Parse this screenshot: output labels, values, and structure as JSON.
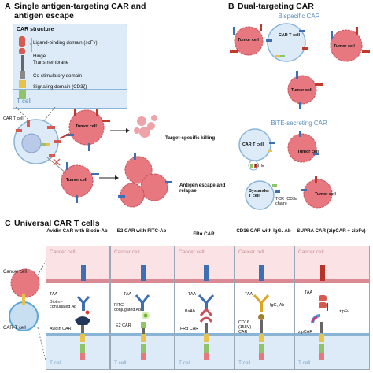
{
  "panel_a": {
    "letter": "A",
    "title": "Single antigen-targeting CAR and antigen escape",
    "car_structure": {
      "title": "CAR structure",
      "domains": [
        "Ligand-binding domain (scFv)",
        "Hinge",
        "Transmembrane",
        "Co-stimulatory domain",
        "Signaling domain (CD3ζ)"
      ],
      "cell_label": "T cell"
    },
    "car_t_label": "CAR T cell",
    "tumor_label_1": "Tumor cell",
    "tumor_label_2": "Tumor cell",
    "outcome_1": "Target-specific killing",
    "outcome_2": "Antigen escape and relapse"
  },
  "panel_b": {
    "letter": "B",
    "title": "Dual-targeting CAR",
    "bispecific": {
      "title": "Bispecific CAR",
      "car_t_label": "CAR T cell",
      "tumor_labels": [
        "Tumor cell",
        "Tumor cell",
        "Tumor cell"
      ]
    },
    "bite": {
      "title": "BiTE-secreting CAR",
      "car_t_label": "CAR T cell",
      "bite_label": "BiTE",
      "bystander_label": "Bystander T cell",
      "tcr_label": "TCR (CD3ε chain)",
      "tumor_labels": [
        "Tumor cell",
        "Tumor cell"
      ]
    }
  },
  "panel_c": {
    "letter": "C",
    "title": "Universal CAR T cells",
    "left_labels": {
      "cancer": "Cancer cell",
      "car_t": "CAR-T cell"
    },
    "columns": [
      {
        "header": "Avidin CAR with Biotin-Ab",
        "cancer": "Cancer cell",
        "tcell": "T cell",
        "labels": [
          "TAA",
          "Biotin -conjugated Ab",
          "Avidin CAR"
        ]
      },
      {
        "header": "E2 CAR with FITC-Ab",
        "cancer": "Cancer cell",
        "tcell": "T cell",
        "labels": [
          "TAA",
          "FITC -conjugated Ab",
          "E2 CAR"
        ]
      },
      {
        "header": "FRα CAR",
        "cancer": "Cancer cell",
        "tcell": "T cell",
        "labels": [
          "TAA",
          "BsAb",
          "FRα CAR"
        ]
      },
      {
        "header": "CD16 CAR with IgG₁ Ab",
        "cancer": "Cancer cell",
        "tcell": "T cell",
        "labels": [
          "TAA",
          "IgG₁ Ab",
          "CD16 (158V) CAR"
        ]
      },
      {
        "header": "SUPRA CAR (zipCAR + zipFv)",
        "cancer": "Cancer cell",
        "tcell": "T cell",
        "labels": [
          "TAA",
          "zipFv",
          "zipCAR"
        ]
      }
    ]
  },
  "colors": {
    "tumor": "#e8787f",
    "tumor_dark": "#c9505a",
    "tcell": "#dcebf7",
    "tcell_border": "#8ab4d6",
    "car_red": "#d65a4f",
    "car_yellow": "#e7c34c",
    "car_green": "#8fc46a",
    "car_blue": "#3d6fb2",
    "antigen_red": "#c0392b"
  }
}
